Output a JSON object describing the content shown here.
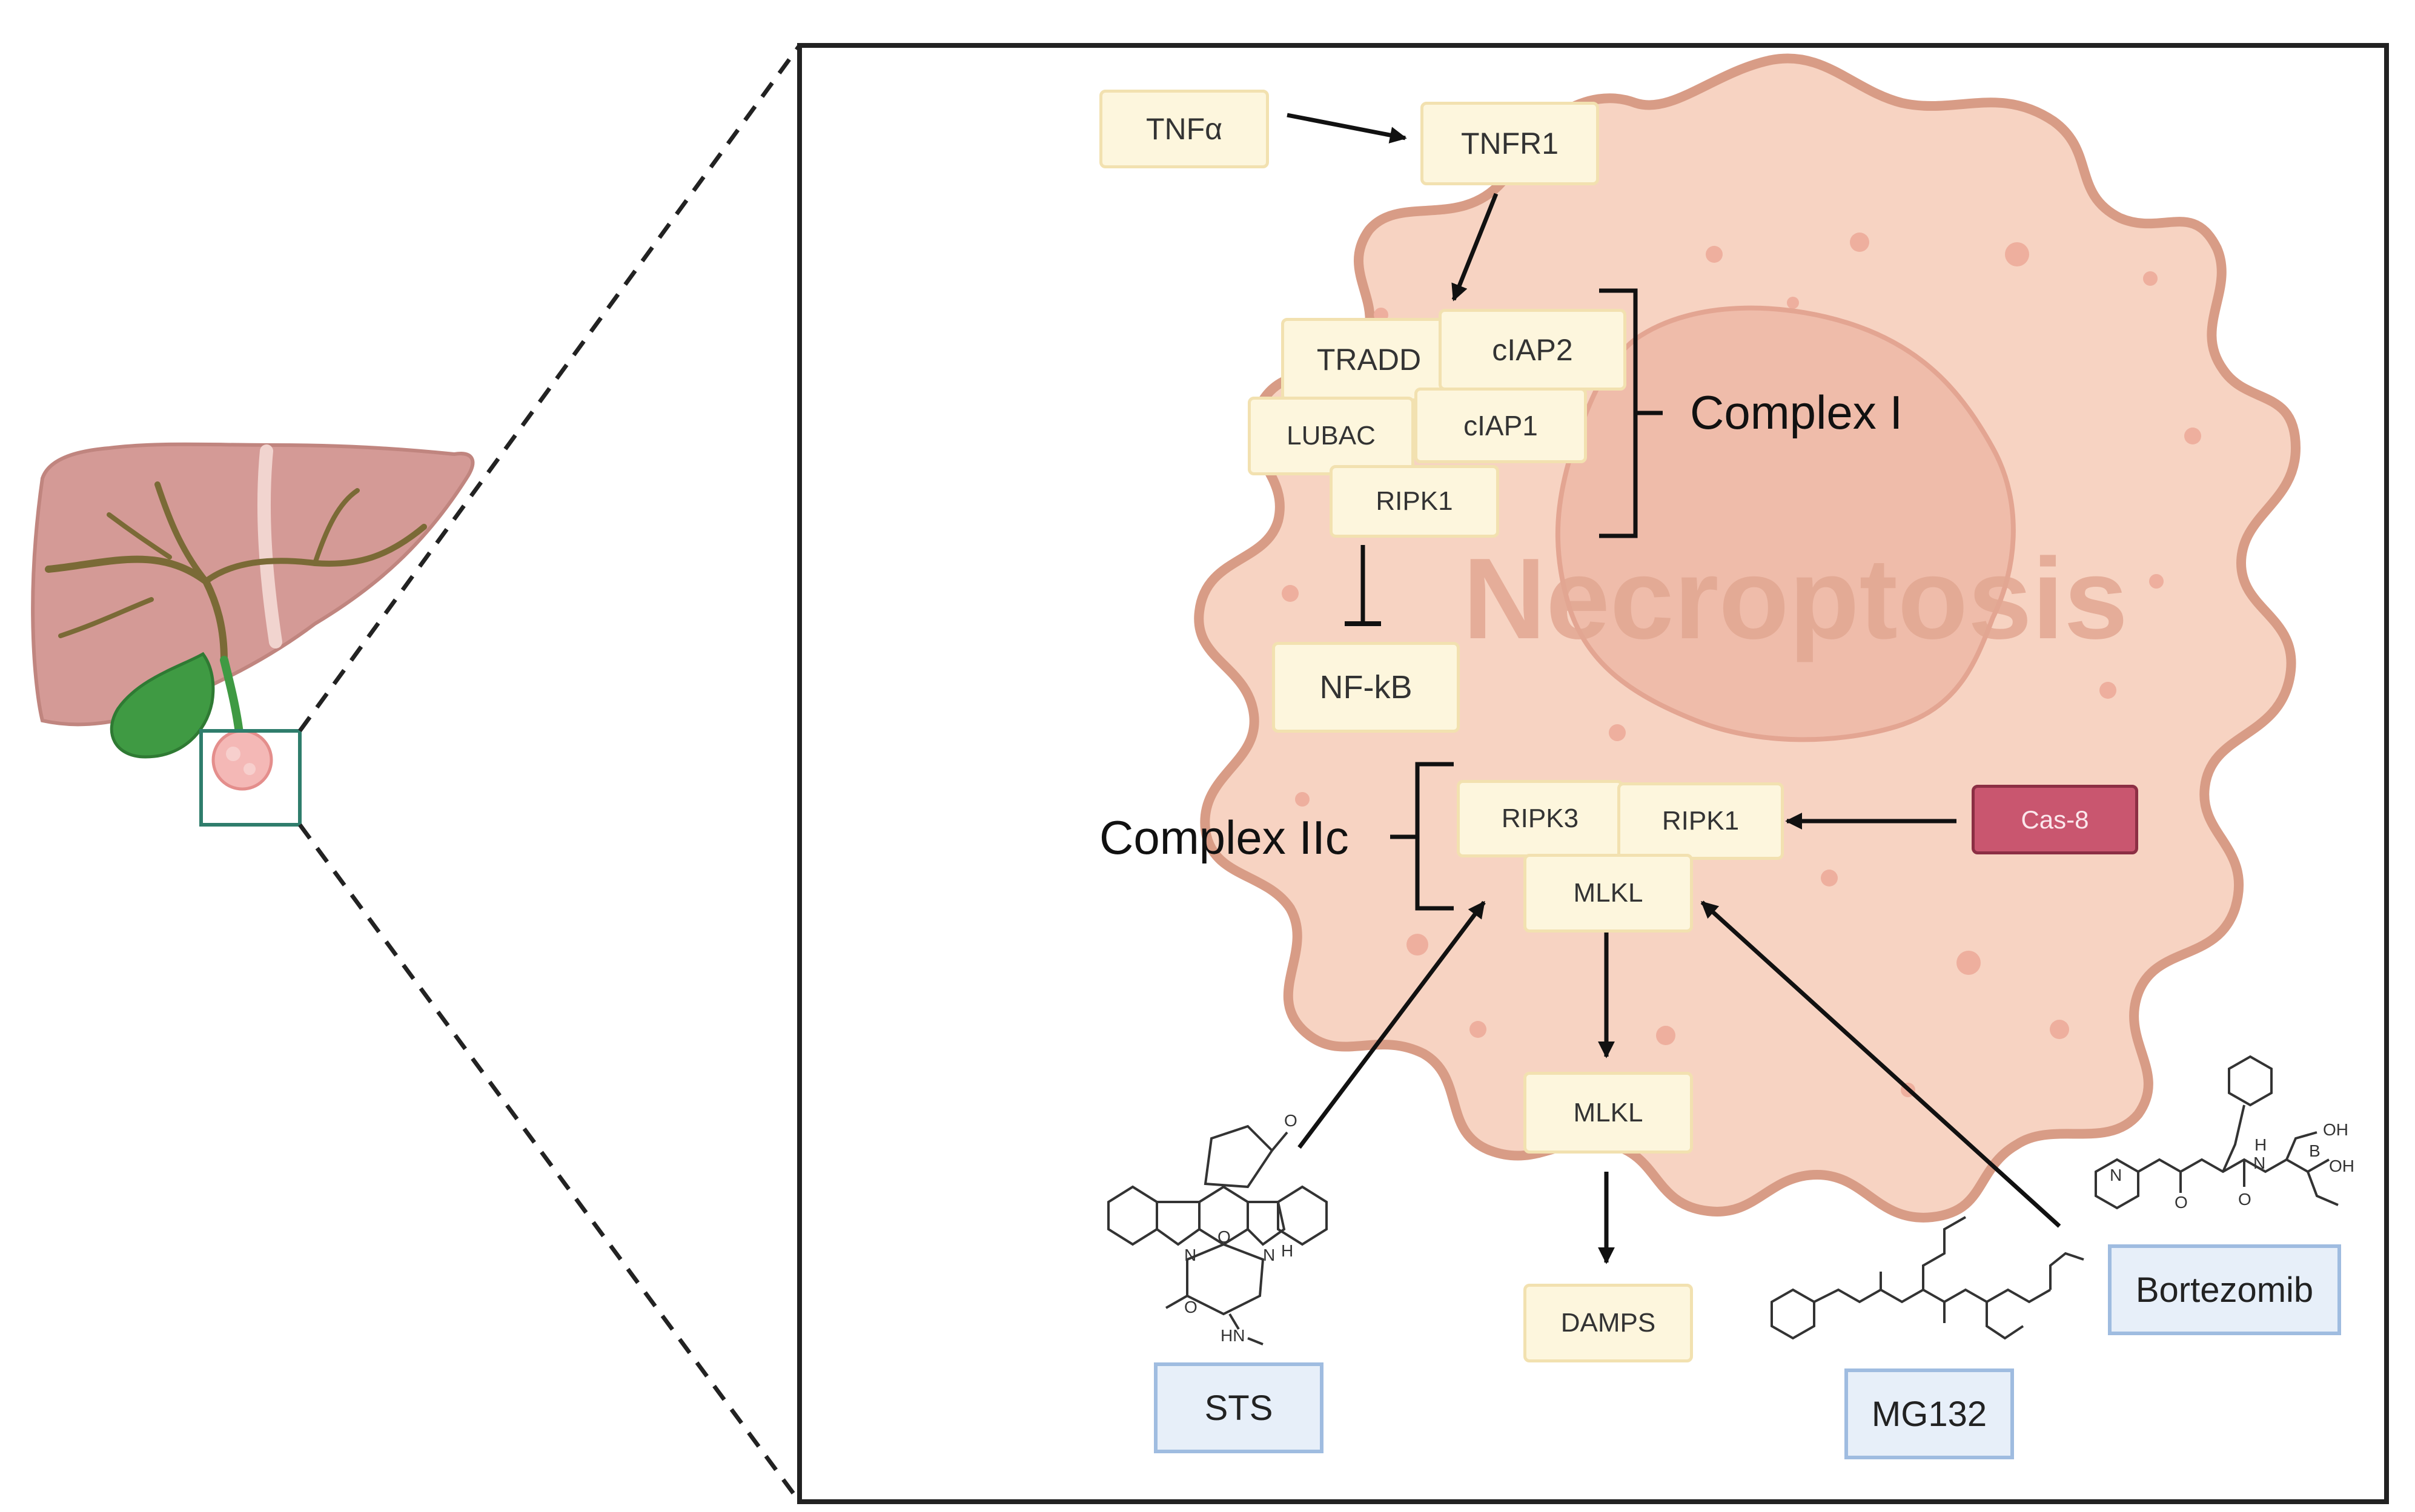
{
  "watermark": "Necroptosis",
  "nodes": {
    "tnfa": "TNFα",
    "tnfr1": "TNFR1",
    "tradd": "TRADD",
    "ciap2": "cIAP2",
    "lubac": "LUBAC",
    "ciap1": "cIAP1",
    "ripk1_top": "RIPK1",
    "nfkb": "NF-kB",
    "ripk3": "RIPK3",
    "ripk1_bottom": "RIPK1",
    "mlkl_complex": "MLKL",
    "mlkl_free": "MLKL",
    "damps": "DAMPS",
    "cas8": "Cas-8"
  },
  "complexes": {
    "complex1": "Complex I",
    "complex2c": "Complex IIc"
  },
  "drugs": {
    "sts": "STS",
    "mg132": "MG132",
    "bortezomib": "Bortezomib"
  },
  "chem_atoms": {
    "sts_o_top": "O",
    "sts_n_left": "N",
    "sts_o_ring": "O",
    "sts_n_right": "N",
    "sts_h": "H",
    "sts_o_methoxy": "O",
    "sts_hn": "HN",
    "bz_oh1": "OH",
    "bz_b": "B",
    "bz_oh2": "OH",
    "bz_n": "N",
    "bz_h": "H",
    "bz_o1": "O",
    "bz_o2": "O"
  },
  "colors": {
    "node_fill": "#fdf6dd",
    "node_border": "#f2e1b0",
    "drug_fill": "#e7eff9",
    "drug_border": "#9fbce0",
    "cas8_fill": "#c9566f",
    "cell_fill": "#f7d3c2",
    "cell_border": "#d89c86",
    "nucleus_fill": "#efbcaa",
    "liver": "#d49a96",
    "gallbladder": "#3f9a43"
  }
}
